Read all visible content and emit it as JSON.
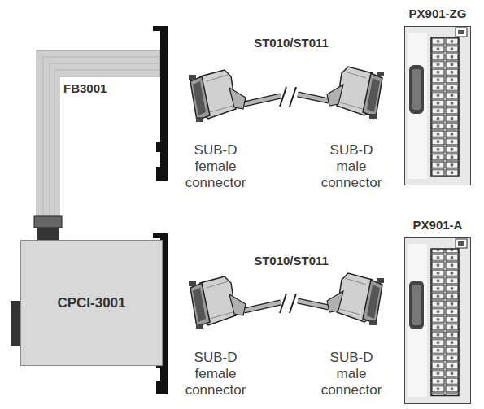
{
  "diagram": {
    "nodes": [
      {
        "text": [
          "PX901-ZG"
        ]
      },
      {
        "text": [
          "PX901-A"
        ]
      },
      {
        "text": [
          "CPCI-3001"
        ]
      }
    ],
    "labels": [
      "FB3001",
      "ST010/ST011",
      "SUB-D female connector",
      "SUB-D male connector",
      "ST010/ST011",
      "SUB-D female connector",
      "SUB-D male connector"
    ]
  }
}
